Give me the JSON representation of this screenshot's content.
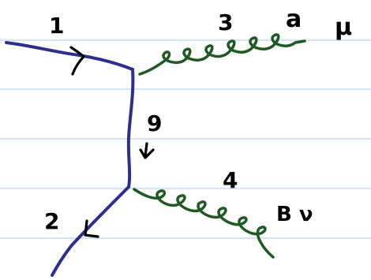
{
  "diagram": {
    "labels": {
      "label_1": "1",
      "label_3": "3",
      "label_a": "a",
      "label_mu": "μ",
      "label_9": "9",
      "label_4": "4",
      "label_b_nu": "B ν",
      "label_2": "2"
    },
    "colors": {
      "fermion": "#2d2f8f",
      "gluon": "#1f5a24",
      "ruled_lines": "#bcd2f0",
      "ink": "#000000",
      "background": "#ffffff"
    }
  }
}
